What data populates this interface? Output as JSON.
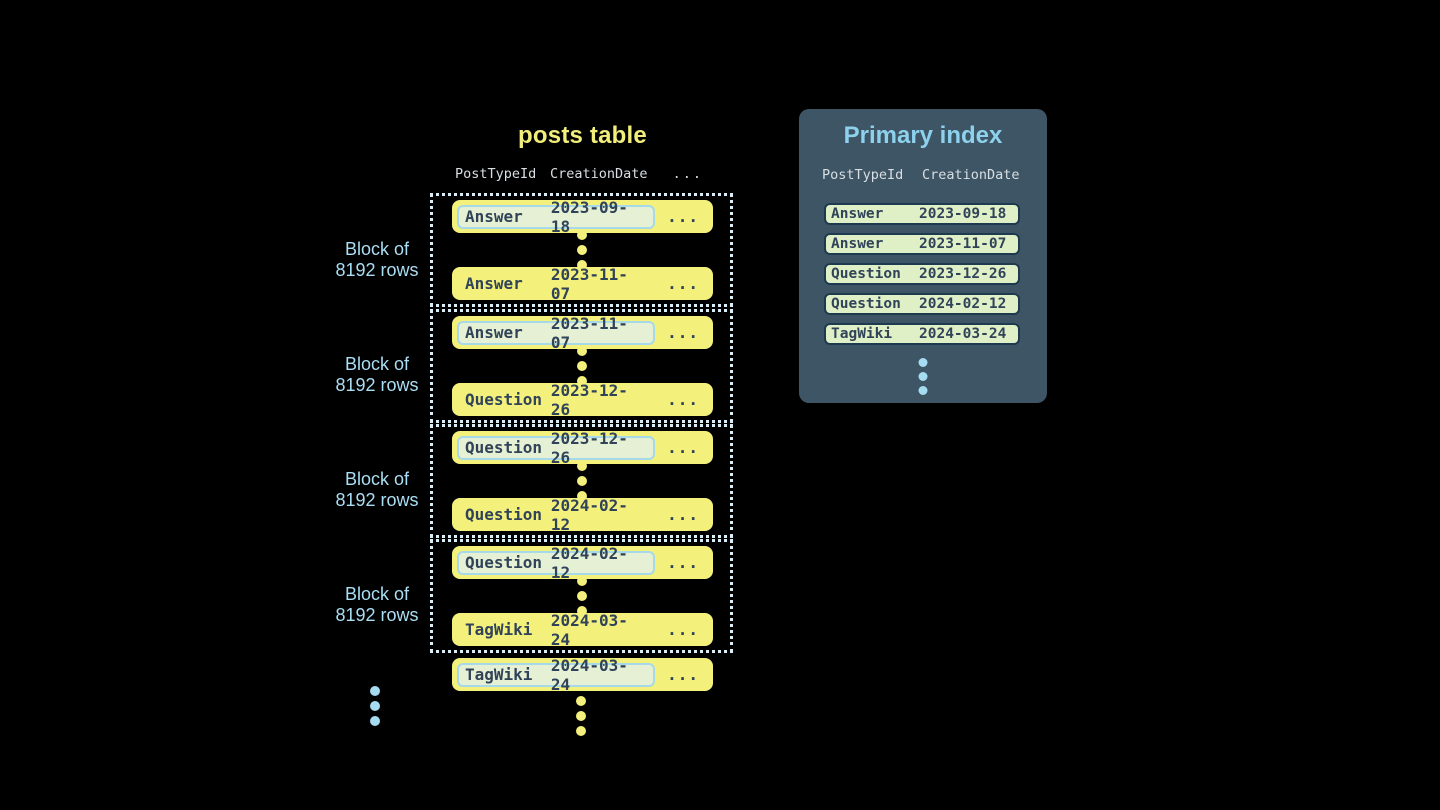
{
  "colors": {
    "background": "#000000",
    "row_yellow": "#f3f07c",
    "row_text": "#304358",
    "highlight_fill": "#e6f0d4",
    "highlight_border": "#a6d9e9",
    "block_dotted_border": "#d9eef7",
    "block_label_blue": "#aadef4",
    "column_header_gray": "#d9dee3",
    "panel_background": "#3d5564",
    "panel_title_blue": "#8dd1ed",
    "index_row_fill": "#dff0c7",
    "index_row_border": "#1e3a50",
    "blue_dot": "#a6dcf2"
  },
  "posts_table": {
    "title": "posts table",
    "columns": {
      "type": "PostTypeId",
      "date": "CreationDate"
    },
    "more_columns": "...",
    "row_ellipsis": "...",
    "block_label": {
      "line1": "Block of",
      "line2": "8192 rows"
    },
    "blocks": [
      {
        "first": {
          "type": "Answer",
          "date": "2023-09-18"
        },
        "last": {
          "type": "Answer",
          "date": "2023-11-07"
        }
      },
      {
        "first": {
          "type": "Answer",
          "date": "2023-11-07"
        },
        "last": {
          "type": "Question",
          "date": "2023-12-26"
        }
      },
      {
        "first": {
          "type": "Question",
          "date": "2023-12-26"
        },
        "last": {
          "type": "Question",
          "date": "2024-02-12"
        }
      },
      {
        "first": {
          "type": "Question",
          "date": "2024-02-12"
        },
        "last": {
          "type": "TagWiki",
          "date": "2024-03-24"
        }
      }
    ],
    "overflow_row": {
      "type": "TagWiki",
      "date": "2024-03-24"
    }
  },
  "primary_index": {
    "title": "Primary index",
    "columns": {
      "type": "PostTypeId",
      "date": "CreationDate"
    },
    "rows": [
      {
        "type": "Answer",
        "date": "2023-09-18"
      },
      {
        "type": "Answer",
        "date": "2023-11-07"
      },
      {
        "type": "Question",
        "date": "2023-12-26"
      },
      {
        "type": "Question",
        "date": "2024-02-12"
      },
      {
        "type": "TagWiki",
        "date": "2024-03-24"
      }
    ]
  }
}
